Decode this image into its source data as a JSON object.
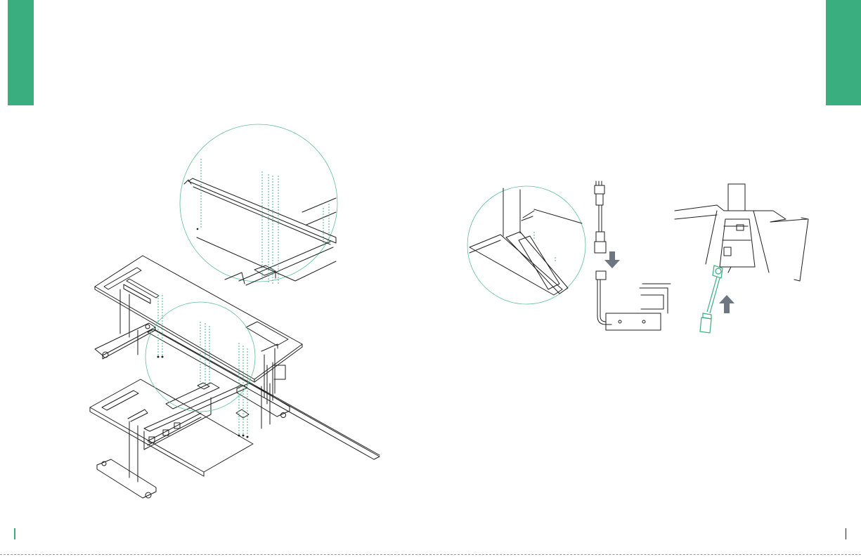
{
  "colors": {
    "accent": "#3aae7e",
    "line": "#1e1e1e",
    "callout": "#5fbf98",
    "arrow": "#6e7781"
  },
  "left_page": {
    "illustration": "desk-frame-assembly-under-tabletop",
    "detail_view": "crossbar-screw-detail-circle"
  },
  "right_page": {
    "illustration_1": "control-box-detail-circle",
    "illustration_2": "power-cable-plug-into-motor",
    "illustration_3": "control-box-cable-connect"
  }
}
